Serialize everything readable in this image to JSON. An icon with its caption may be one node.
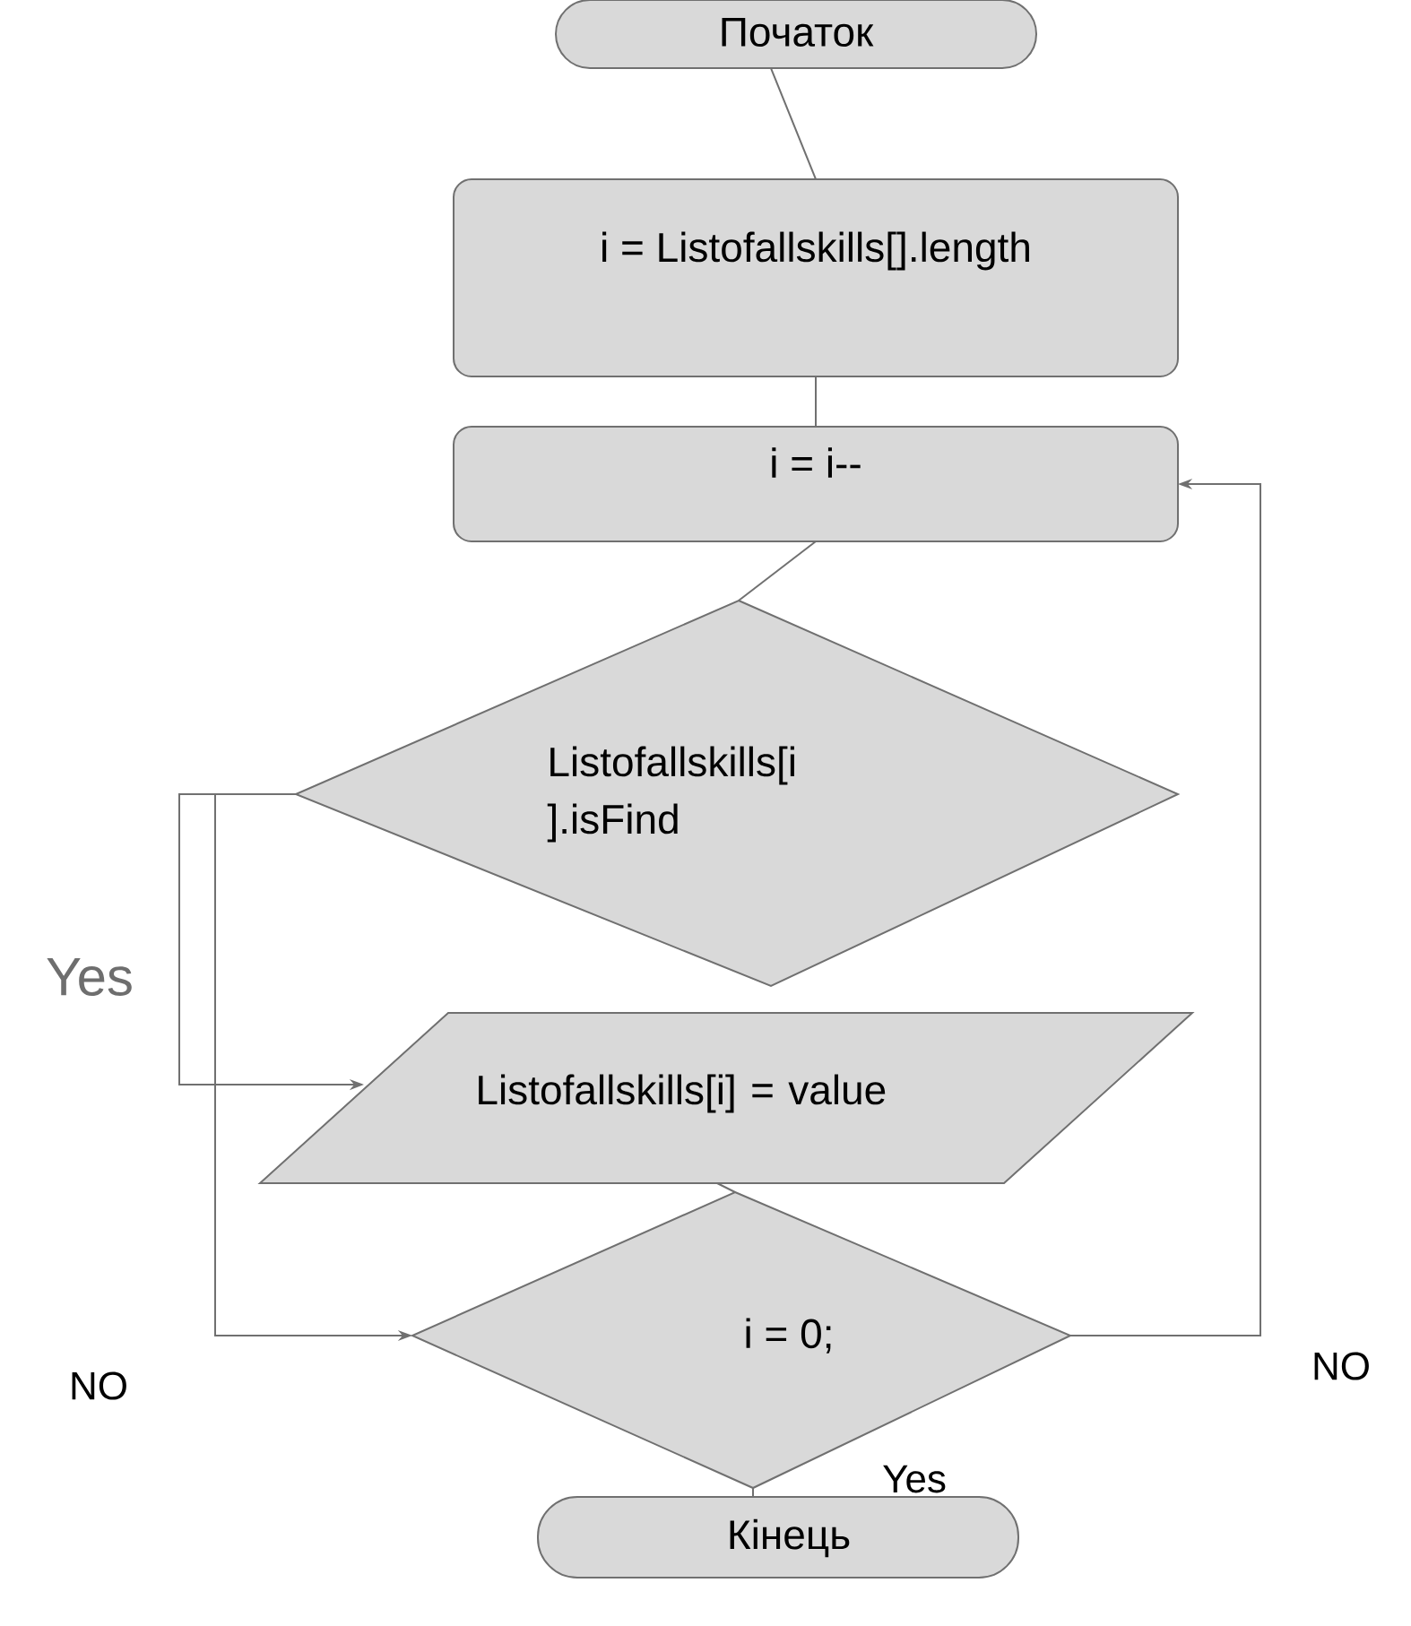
{
  "diagram": {
    "nodes": [
      {
        "text": [
          "Початок"
        ]
      },
      {
        "text": [
          "i = Listofallskills[].length"
        ]
      },
      {
        "text": [
          "i = i--"
        ]
      },
      {
        "text": [
          "Listofallskills[i ].isFind"
        ]
      },
      {
        "text": [
          "Listofallskills[i] = value"
        ]
      },
      {
        "text": [
          "i = 0;"
        ]
      },
      {
        "text": [
          "Кінець"
        ]
      }
    ],
    "edges": [
      {
        "from": 0,
        "to": 1,
        "arrow": "none"
      },
      {
        "from": 1,
        "to": 2,
        "arrow": "none"
      },
      {
        "from": 2,
        "to": 3,
        "arrow": "none"
      },
      {
        "from": 3,
        "to": 4,
        "arrow": "to",
        "label": "Yes"
      },
      {
        "from": 3,
        "to": 5,
        "arrow": "to",
        "label": "NO"
      },
      {
        "from": 4,
        "to": 5,
        "arrow": "none"
      },
      {
        "from": 5,
        "to": 6,
        "arrow": "none",
        "label": "Yes"
      },
      {
        "from": 5,
        "to": 2,
        "arrow": "to",
        "label": "NO"
      }
    ]
  }
}
